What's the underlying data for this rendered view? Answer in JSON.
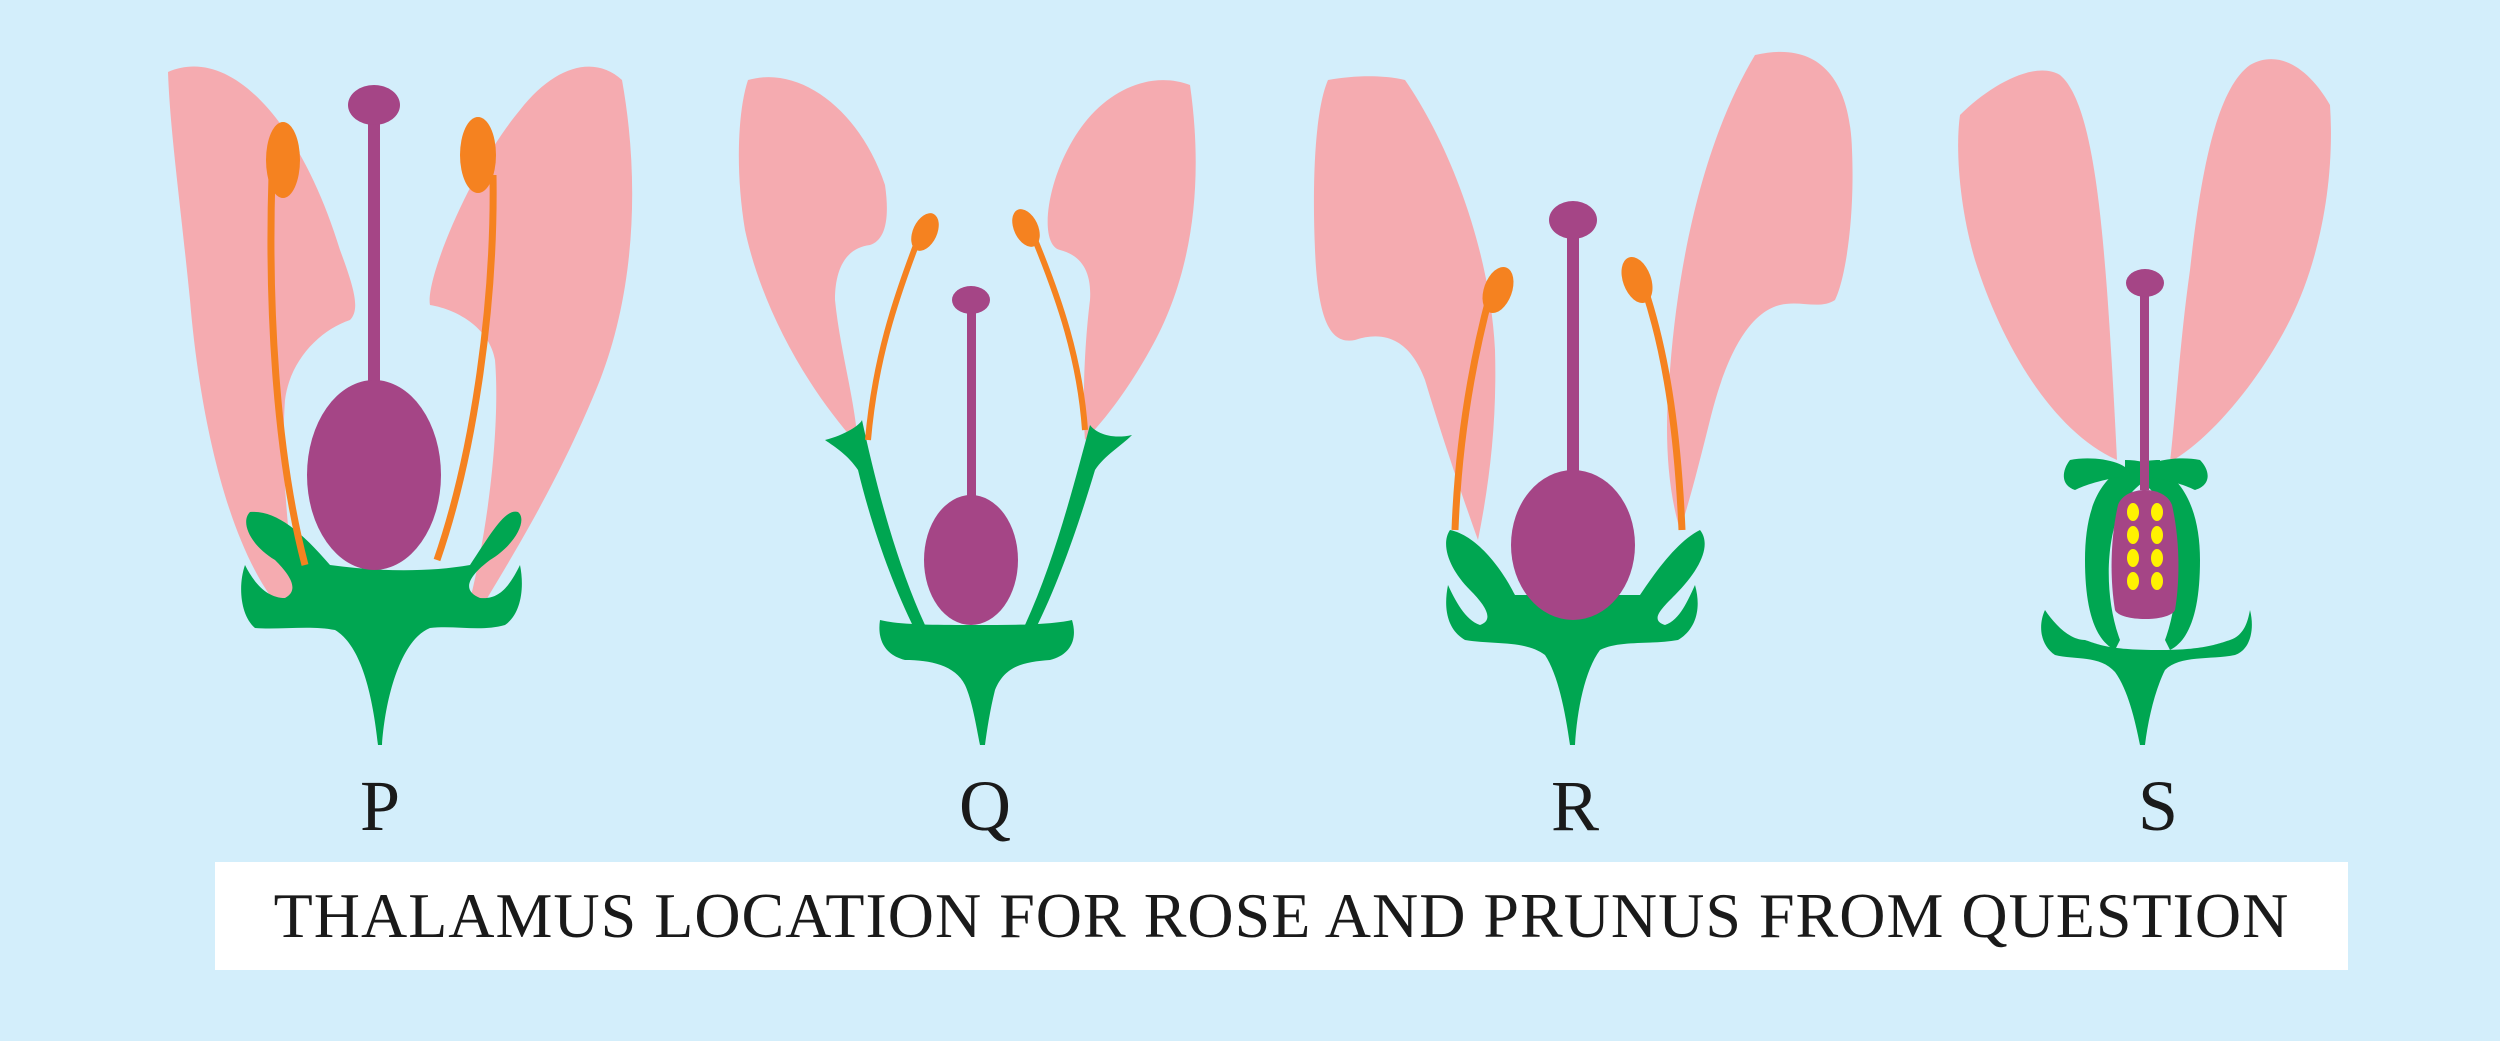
{
  "diagram": {
    "labels": [
      "P",
      "Q",
      "R",
      "S"
    ],
    "caption": "THALAMUS LOCATION FOR ROSE AND PRUNUS FROM QUESTION"
  },
  "colors": {
    "background": "#d3eefb",
    "petal": "#f5abb0",
    "sepal_thalamus": "#00a651",
    "pistil": "#a54586",
    "stamen": "#f58220",
    "ovule": "#fff200"
  }
}
